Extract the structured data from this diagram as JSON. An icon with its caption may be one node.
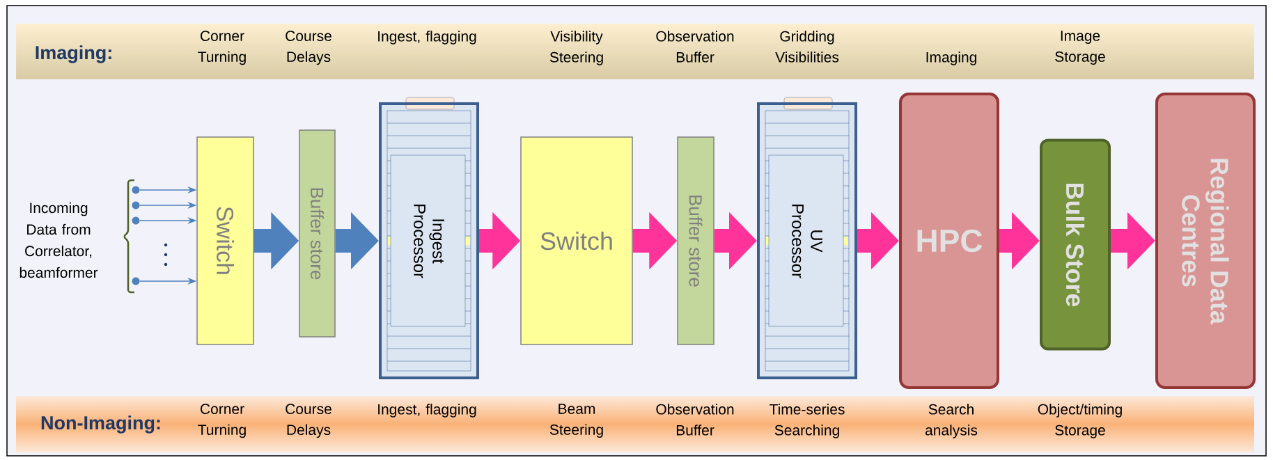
{
  "diagram": {
    "nodes": [
      {
        "text": [
          "Imaging:",
          "Corner Turning",
          "Course Delays",
          "Ingest, flagging",
          "Visibility Steering",
          "Observation Buffer",
          "Gridding Visibilities",
          "Imaging",
          "Image Storage"
        ]
      },
      {
        "text": [
          "Incoming Data from Correlator, beamformer"
        ]
      },
      {
        "text": [],
        "shape": "circle"
      },
      {
        "text": [],
        "shape": "circle"
      },
      {
        "text": [],
        "shape": "circle"
      },
      {
        "text": [],
        "shape": "circle"
      },
      {
        "text": [
          "Switch"
        ]
      },
      {
        "text": [
          "Buffer store"
        ]
      },
      {
        "text": [
          "Ingest Processor"
        ]
      },
      {
        "text": [
          "Switch"
        ]
      },
      {
        "text": [
          "Buffer store"
        ]
      },
      {
        "text": [
          "UV Processor"
        ]
      },
      {
        "text": [
          "HPC"
        ]
      },
      {
        "text": [
          "Bulk Store"
        ]
      },
      {
        "text": [
          "Regional Data Centres"
        ]
      },
      {
        "text": [
          "Non-Imaging:",
          "Corner Turning",
          "Course Delays",
          "Ingest, flagging",
          "Beam Steering",
          "Observation Buffer",
          "Time-series Searching",
          "Search analysis",
          "Object/timing Storage"
        ]
      }
    ],
    "edges": [
      {
        "from": 2,
        "to": 6,
        "arrow": "to",
        "color": "#4f81bd"
      },
      {
        "from": 3,
        "to": 6,
        "arrow": "to",
        "color": "#4f81bd"
      },
      {
        "from": 4,
        "to": 6,
        "arrow": "to",
        "color": "#4f81bd"
      },
      {
        "from": 5,
        "to": 6,
        "arrow": "to",
        "color": "#4f81bd"
      },
      {
        "from": 6,
        "to": 7,
        "arrow": "to",
        "color": "#4f81bd"
      },
      {
        "from": 7,
        "to": 8,
        "arrow": "to",
        "color": "#4f81bd"
      },
      {
        "from": 8,
        "to": 9,
        "arrow": "to",
        "color": "#ff3399"
      },
      {
        "from": 9,
        "to": 10,
        "arrow": "to",
        "color": "#ff3399"
      },
      {
        "from": 10,
        "to": 11,
        "arrow": "to",
        "color": "#ff3399"
      },
      {
        "from": 11,
        "to": 12,
        "arrow": "to",
        "color": "#ff3399"
      },
      {
        "from": 12,
        "to": 13,
        "arrow": "to",
        "color": "#ff3399"
      },
      {
        "from": 13,
        "to": 14,
        "arrow": "to",
        "color": "#ff3399"
      }
    ]
  }
}
